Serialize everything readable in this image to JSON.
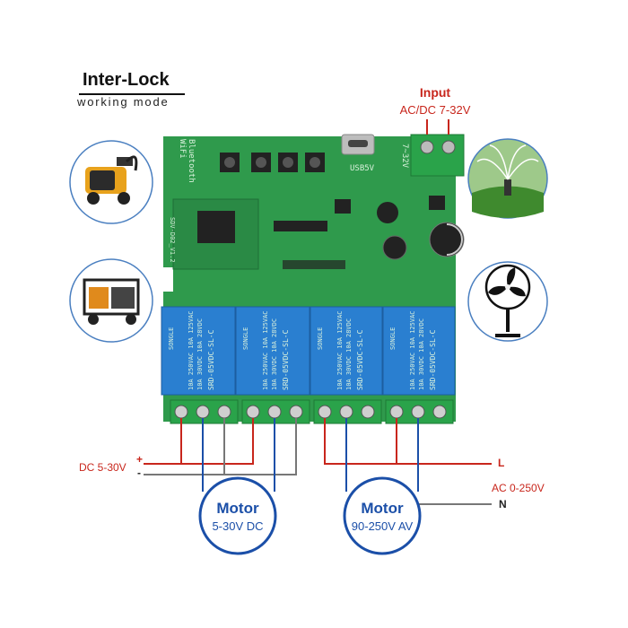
{
  "header": {
    "title": "Inter-Lock",
    "subtitle": "working mode"
  },
  "input": {
    "title": "Input",
    "spec": "AC/DC 7-32V"
  },
  "board": {
    "wifi": "WiFi",
    "bluetooth": "Bluetooth",
    "model": "SDV-D02_V1.2",
    "usb": "USB5V",
    "voltage": "7~32V"
  },
  "relays": [
    {
      "brand": "SONGLE",
      "spec1": "10A 250VAC 10A 125VAC",
      "spec2": "10A 30VDC 10A 28VDC",
      "model": "SRD-05VDC-SL-C"
    },
    {
      "brand": "SONGLE",
      "spec1": "10A 250VAC 10A 125VAC",
      "spec2": "10A 30VDC 10A 28VDC",
      "model": "SRD-05VDC-SL-C"
    },
    {
      "brand": "SONGLE",
      "spec1": "10A 250VAC 10A 125VAC",
      "spec2": "10A 30VDC 10A 28VDC",
      "model": "SRD-05VDC-SL-C"
    },
    {
      "brand": "SONGLE",
      "spec1": "10A 250VAC 10A 125VAC",
      "spec2": "10A 30VDC 10A 28VDC",
      "model": "SRD-05VDC-SL-C"
    }
  ],
  "labels": {
    "dc_supply": "DC 5-30V",
    "plus": "+",
    "minus": "-",
    "line": "L",
    "ac_supply": "AC 0-250V",
    "neutral": "N"
  },
  "motors": [
    {
      "title": "Motor",
      "spec": "5-30V DC"
    },
    {
      "title": "Motor",
      "spec": "90-250V AV"
    }
  ],
  "devices": [
    "pressure-washer",
    "generator",
    "sprinkler",
    "fan"
  ],
  "colors": {
    "pcb": "#2f9a4c",
    "relay": "#2a7fd0",
    "wire_red": "#c8261c",
    "wire_blue": "#1b4fa8",
    "wire_gray": "#777777"
  }
}
